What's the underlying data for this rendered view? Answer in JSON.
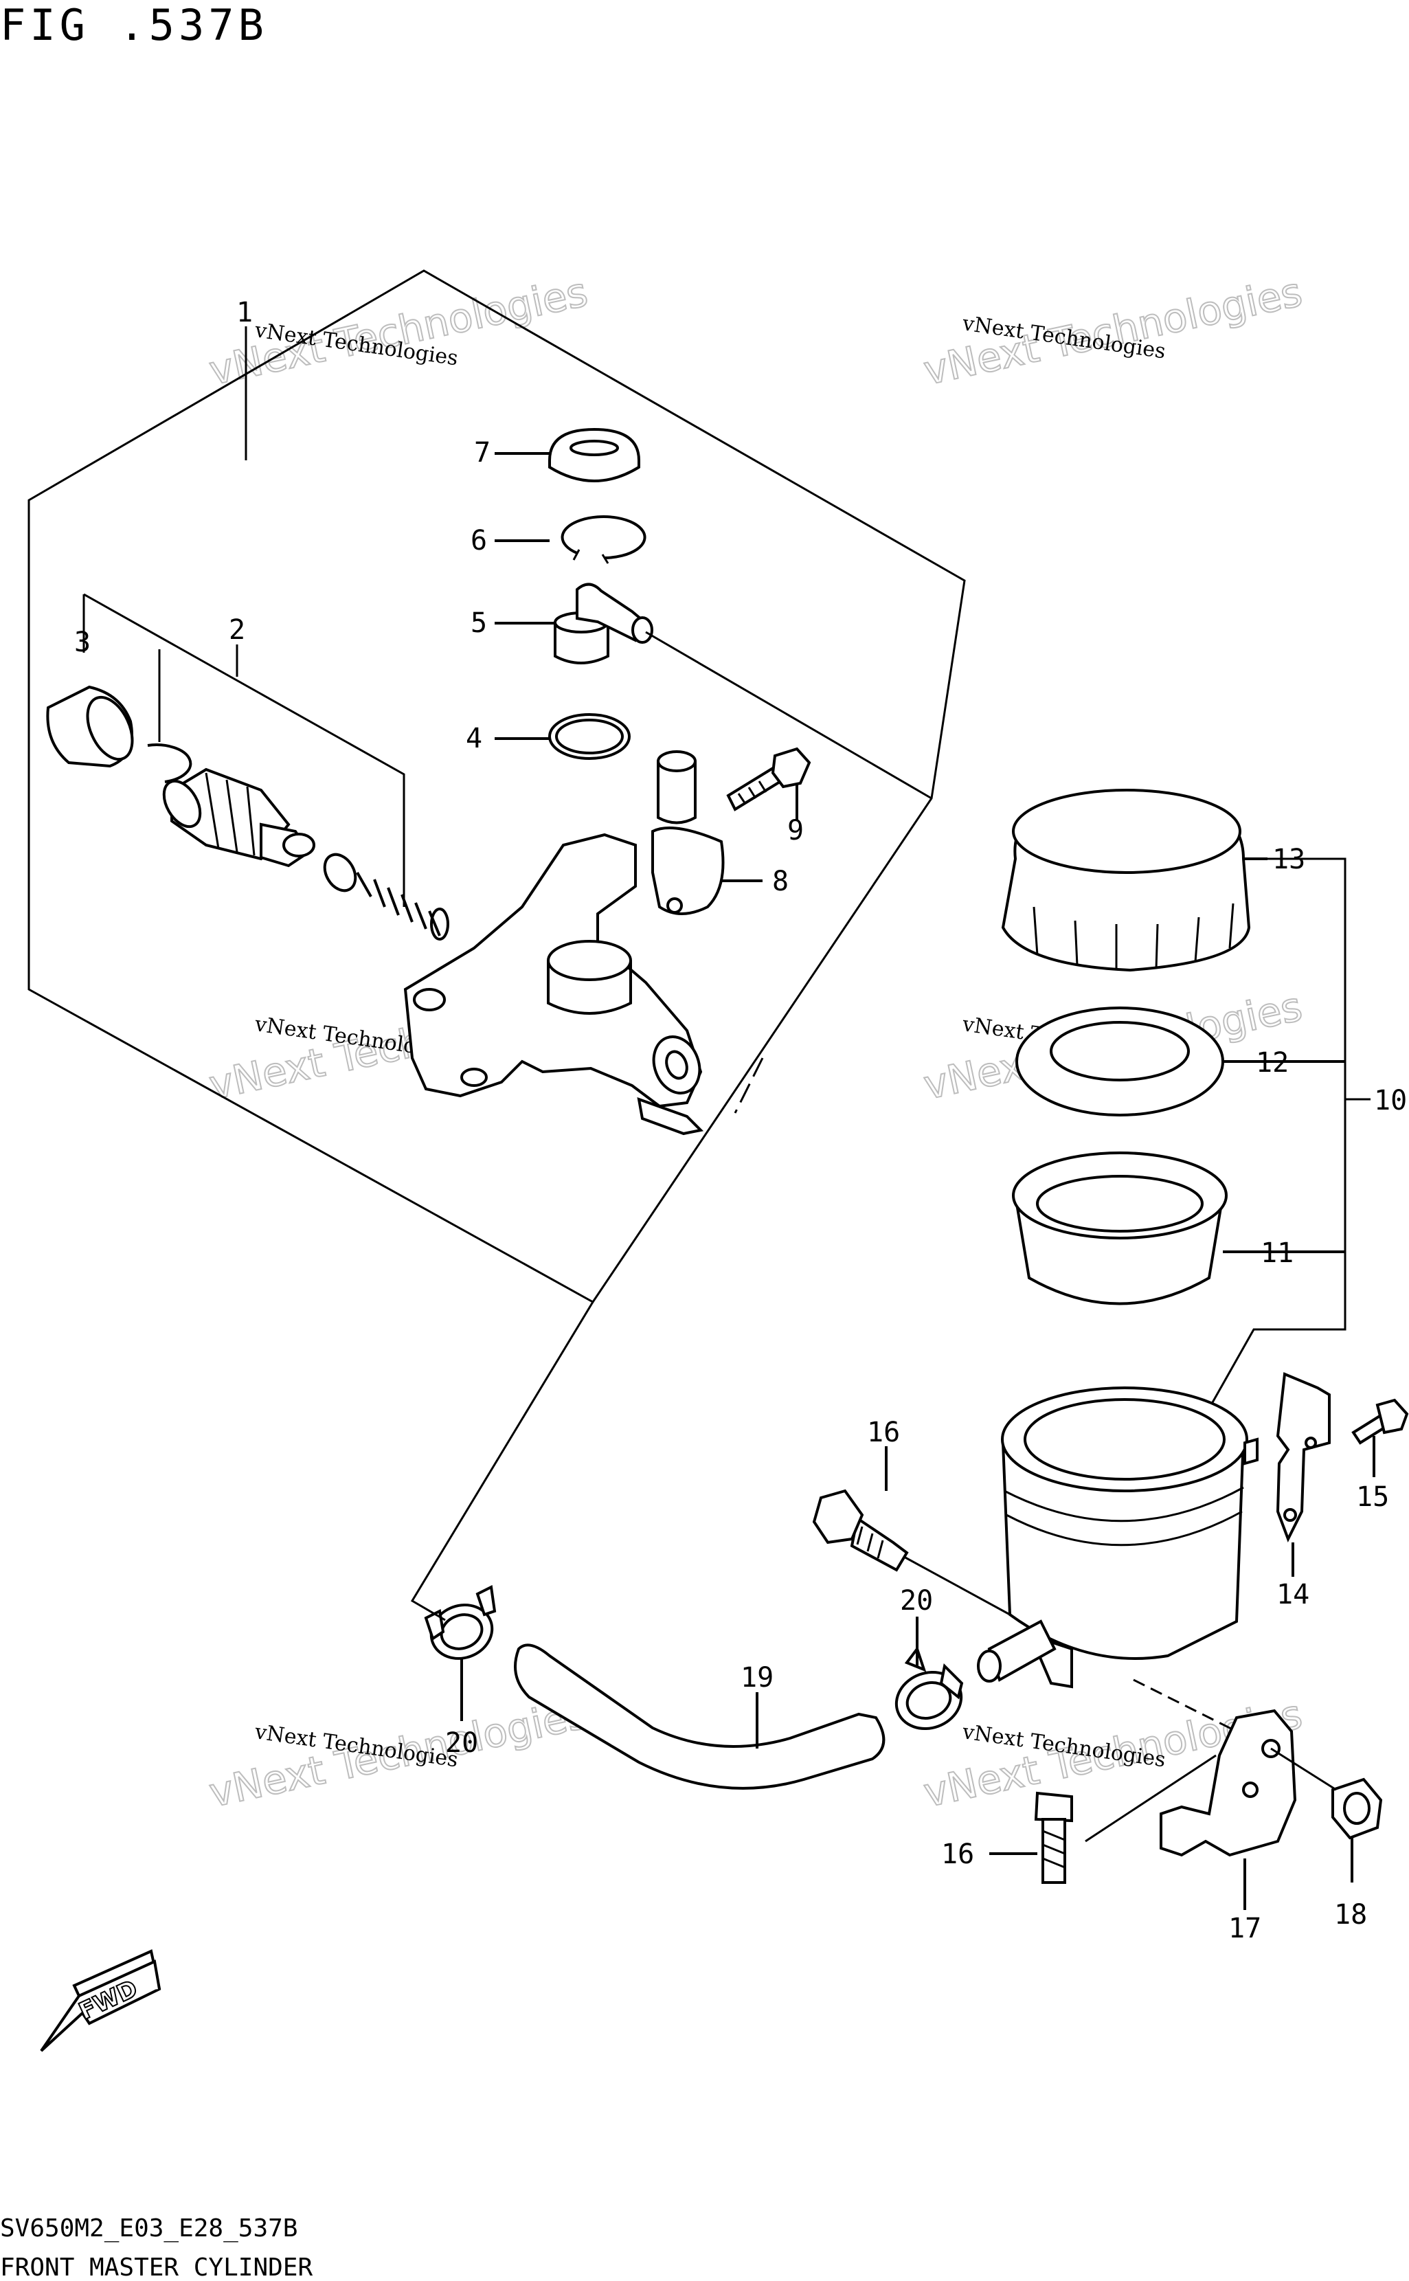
{
  "figure_title": "FIG .537B",
  "drawing_code": "SV650M2_E03_E28_537B",
  "caption": "FRONT MASTER CYLINDER",
  "callouts": [
    "1",
    "2",
    "3",
    "4",
    "5",
    "6",
    "7",
    "8",
    "9",
    "10",
    "11",
    "12",
    "13",
    "14",
    "15",
    "16",
    "16",
    "17",
    "18",
    "19",
    "20",
    "20"
  ],
  "watermark": {
    "line1": "vNext Technologies",
    "line2": "vNext Technologies"
  },
  "fwd_label": "FWD"
}
